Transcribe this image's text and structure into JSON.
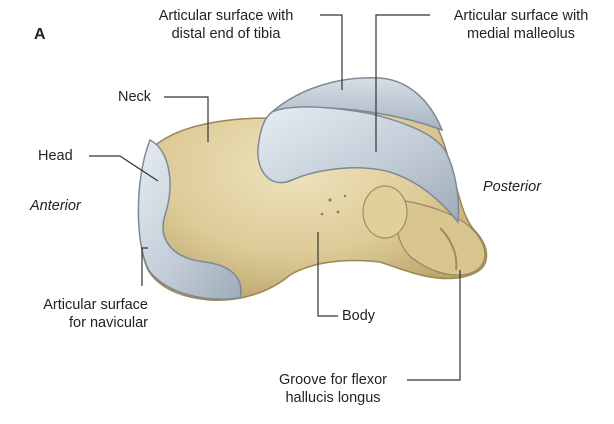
{
  "figure": {
    "panel_label": "A",
    "labels": {
      "tibia_line1": "Articular surface with",
      "tibia_line2": "distal end of tibia",
      "malleolus_line1": "Articular surface with",
      "malleolus_line2": "medial malleolus",
      "neck": "Neck",
      "head": "Head",
      "anterior": "Anterior",
      "posterior": "Posterior",
      "navicular_line1": "Articular surface",
      "navicular_line2": "for navicular",
      "body": "Body",
      "groove_line1": "Groove for flexor",
      "groove_line2": "hallucis longus"
    },
    "colors": {
      "bone": "#e3d3a6",
      "bone_shadow": "#bca870",
      "cartilage": "#c8d2dc",
      "cartilage_edge": "#7d8a96",
      "leader_line": "#333333"
    }
  }
}
